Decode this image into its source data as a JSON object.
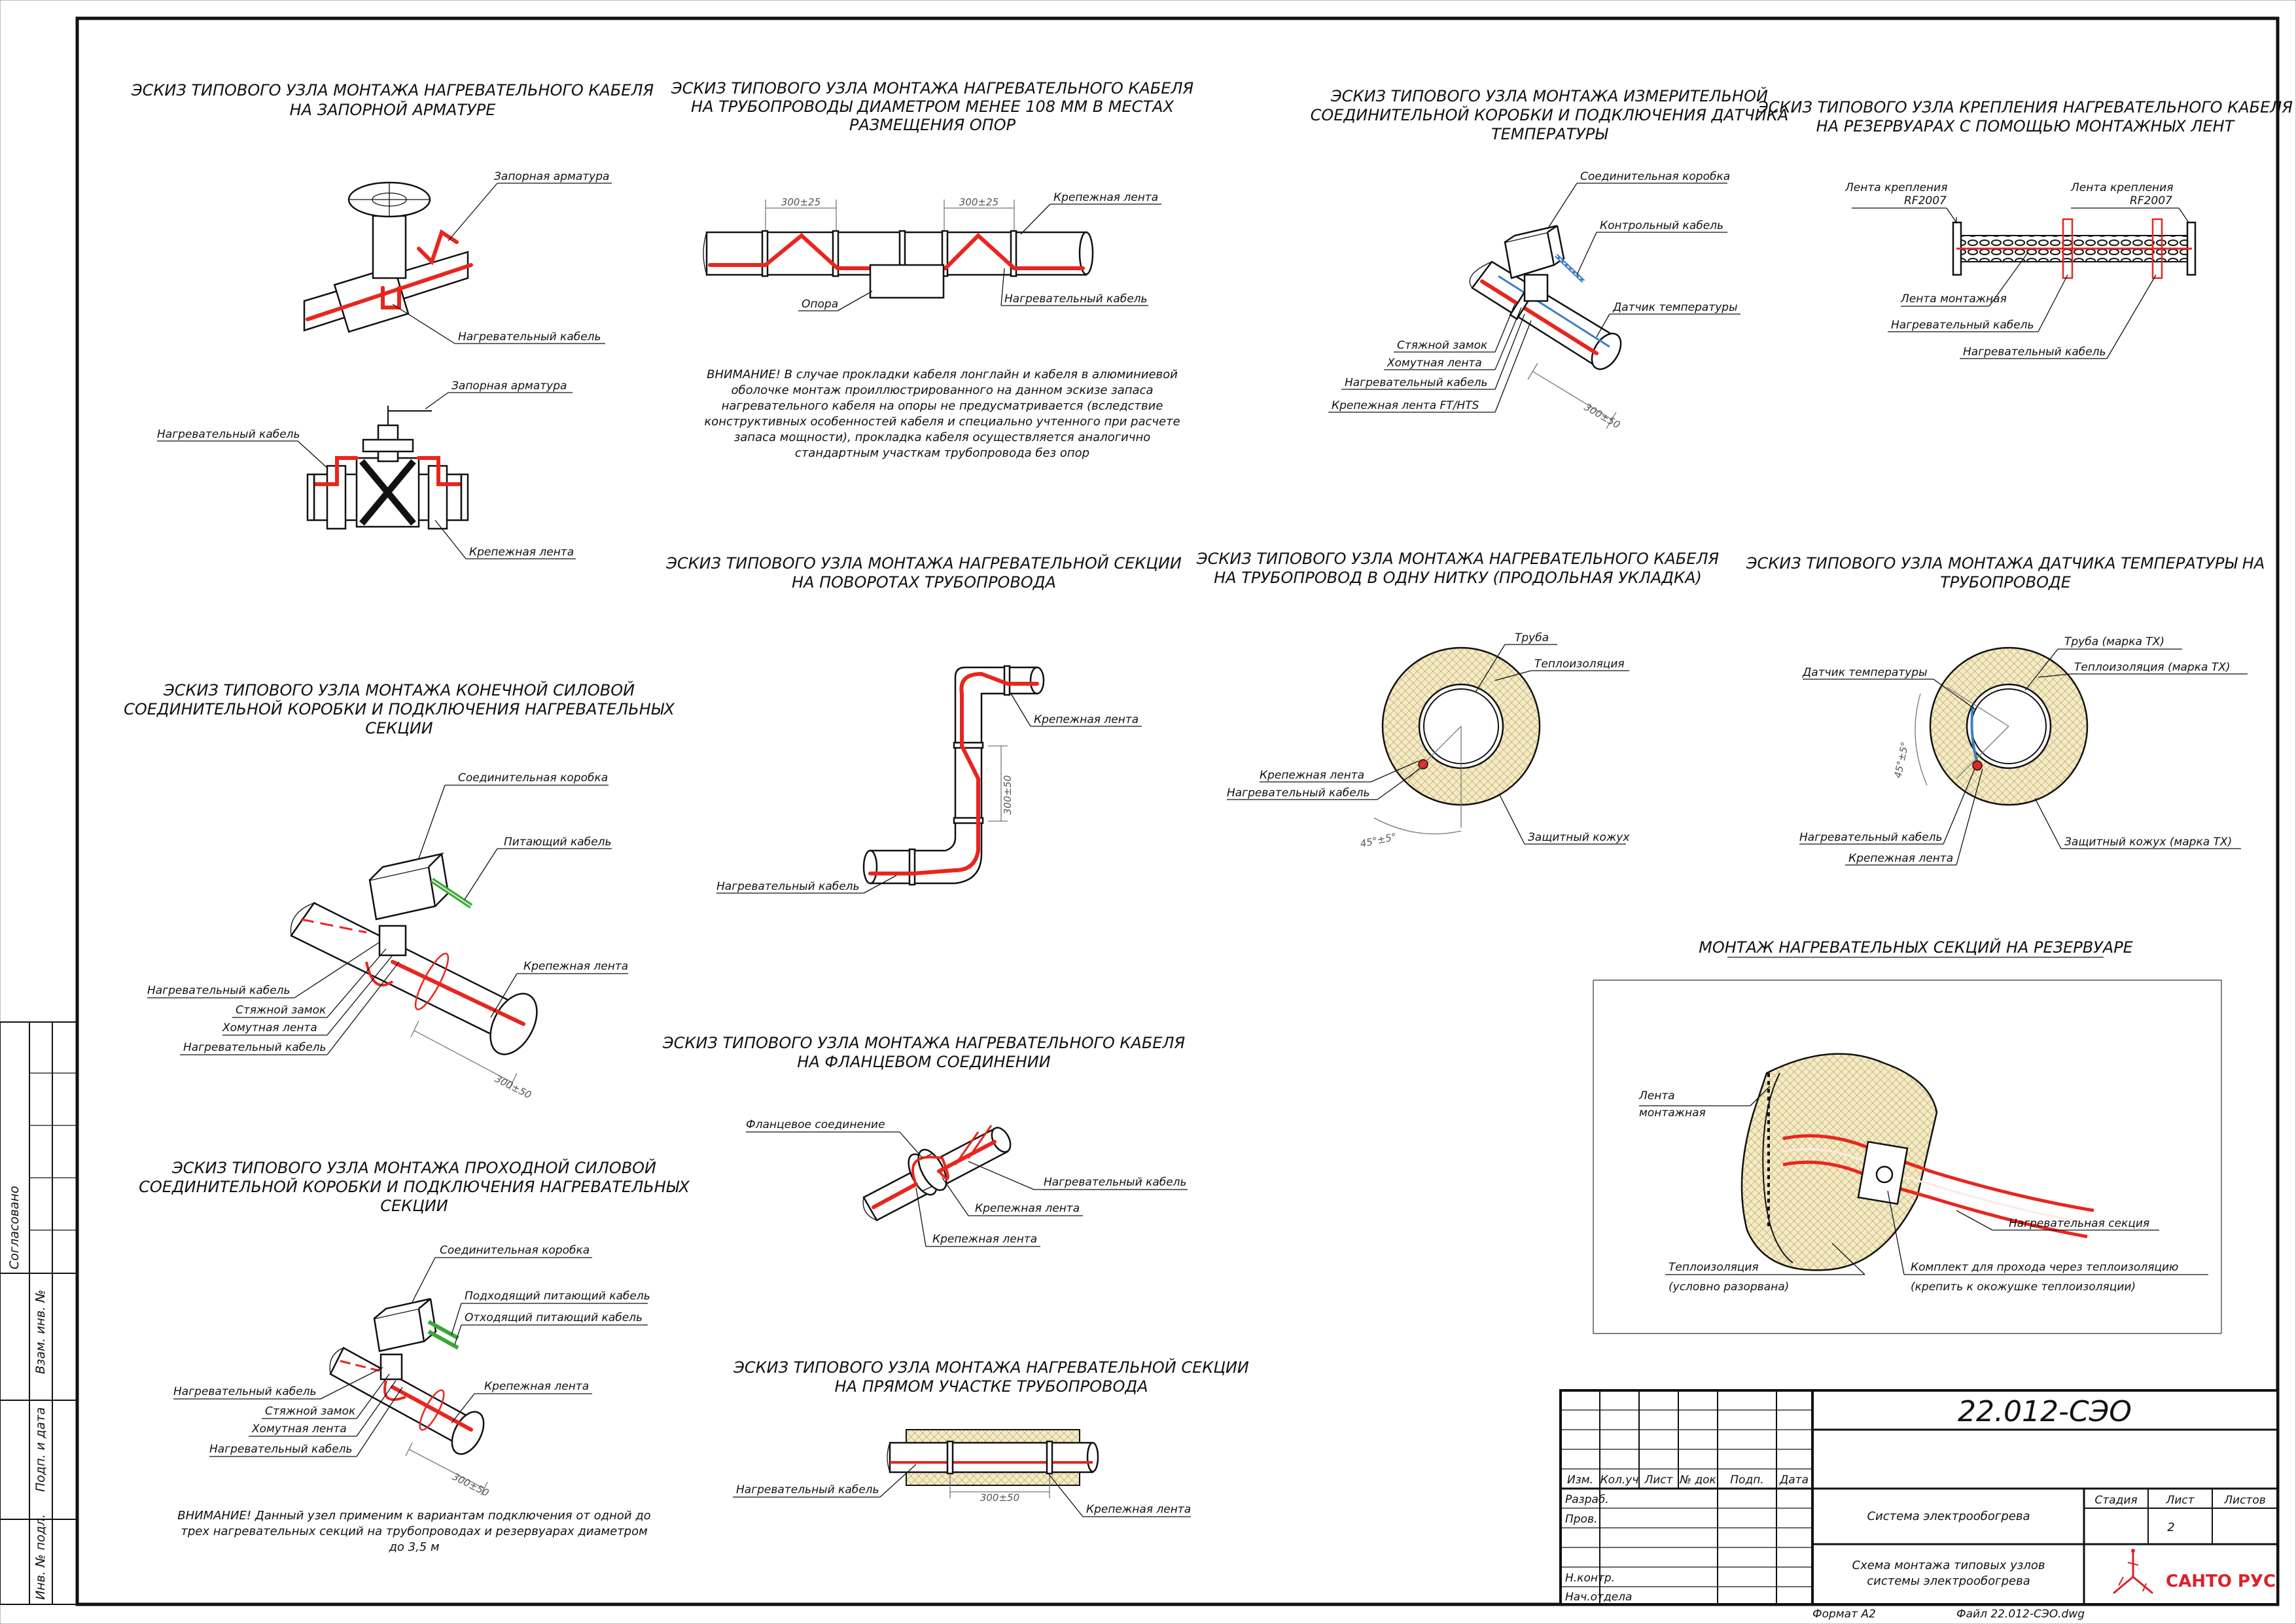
{
  "drawing": {
    "headings": {
      "valve": [
        "ЭСКИЗ ТИПОВОГО УЗЛА МОНТАЖА НАГРЕВАТЕЛЬНОГО КАБЕЛЯ",
        "НА ЗАПОРНОЙ АРМАТУРЕ"
      ],
      "supports": [
        "ЭСКИЗ ТИПОВОГО УЗЛА МОНТАЖА НАГРЕВАТЕЛЬНОГО КАБЕЛЯ",
        "НА ТРУБОПРОВОДЫ ДИАМЕТРОМ МЕНЕЕ  108  ММ В МЕСТАХ",
        "РАЗМЕЩЕНИЯ ОПОР"
      ],
      "measure_box": [
        "ЭСКИЗ ТИПОВОГО УЗЛА МОНТАЖА ИЗМЕРИТЕЛЬНОЙ",
        "СОЕДИНИТЕЛЬНОЙ КОРОБКИ И ПОДКЛЮЧЕНИЯ ДАТЧИКА",
        "ТЕМПЕРАТУРЫ"
      ],
      "tank_tape": [
        "ЭСКИЗ ТИПОВОГО УЗЛА КРЕПЛЕНИЯ НАГРЕВАТЕЛЬНОГО КАБЕЛЯ",
        "НА РЕЗЕРВУАРАХ С ПОМОЩЬЮ МОНТАЖНЫХ ЛЕНТ"
      ],
      "turns": [
        "ЭСКИЗ ТИПОВОГО УЗЛА МОНТАЖА НАГРЕВАТЕЛЬНОЙ СЕКЦИИ",
        "НА ПОВОРОТАХ ТРУБОПРОВОДА"
      ],
      "single_line": [
        "ЭСКИЗ ТИПОВОГО УЗЛА МОНТАЖА НАГРЕВАТЕЛЬНОГО КАБЕЛЯ",
        "НА ТРУБОПРОВОД В ОДНУ НИТКУ (ПРОДОЛЬНАЯ УКЛАДКА)"
      ],
      "sensor": [
        "ЭСКИЗ ТИПОВОГО УЗЛА МОНТАЖА ДАТЧИКА ТЕМПЕРАТУРЫ НА",
        "ТРУБОПРОВОДЕ"
      ],
      "end_box": [
        "ЭСКИЗ ТИПОВОГО УЗЛА МОНТАЖА КОНЕЧНОЙ СИЛОВОЙ",
        "СОЕДИНИТЕЛЬНОЙ КОРОБКИ И ПОДКЛЮЧЕНИЯ НАГРЕВАТЕЛЬНЫХ",
        "СЕКЦИИ"
      ],
      "tank_sections": [
        "МОНТАЖ НАГРЕВАТЕЛЬНЫХ СЕКЦИЙ НА РЕЗЕРВУАРЕ"
      ],
      "flange": [
        "ЭСКИЗ ТИПОВОГО УЗЛА МОНТАЖА НАГРЕВАТЕЛЬНОГО КАБЕЛЯ",
        "НА ФЛАНЦЕВОМ СОЕДИНЕНИИ"
      ],
      "pass_box": [
        "ЭСКИЗ ТИПОВОГО УЗЛА МОНТАЖА ПРОХОДНОЙ СИЛОВОЙ",
        "СОЕДИНИТЕЛЬНОЙ КОРОБКИ И ПОДКЛЮЧЕНИЯ НАГРЕВАТЕЛЬНЫХ",
        "СЕКЦИИ"
      ],
      "straight": [
        "ЭСКИЗ ТИПОВОГО УЗЛА МОНТАЖА НАГРЕВАТЕЛЬНОЙ СЕКЦИИ",
        "НА ПРЯМОМ УЧАСТКЕ ТРУБОПРОВОДА"
      ]
    },
    "labels": {
      "valve_fitting": "Запорная арматура",
      "heating_cable": "Нагревательный кабель",
      "fixing_tape": "Крепежная лента",
      "support": "Опора",
      "junction_box": "Соединительная коробка",
      "control_cable": "Контрольный кабель",
      "temp_sensor": "Датчик температуры",
      "tie_lock": "Стяжной замок",
      "clamp_tape": "Хомутная лента",
      "fixing_tape_ft": "Крепежная лента  FT/HTS",
      "tape_fix_1": "Лента крепления",
      "rf2007": "RF2007",
      "mount_tape": "Лента монтажная",
      "pipe": "Труба",
      "insulation": "Теплоизоляция",
      "jacket": "Защитный кожух",
      "pipe_tx": "Труба  (марка TX)",
      "insulation_tx": "Теплоизоляция  (марка TX)",
      "jacket_tx": "Защитный кожух  (марка TX)",
      "supply_cable": "Питающий кабель",
      "flange_joint": "Фланцевое соединение",
      "incoming_cable": "Подходящий питающий кабель",
      "outgoing_cable": "Отходящий питающий кабель",
      "tank_tape_1": "Лента",
      "tank_tape_2": "монтажная",
      "heating_section": "Нагревательная секция",
      "tank_insulation": "Теплоизоляция",
      "tank_insulation_note": "(условно разорвана)",
      "pass_kit": "Комплект для прохода через теплоизоляцию",
      "pass_kit_note": "(крепить к окожушке теплоизоляции)"
    },
    "dims": {
      "d300_25": "300±25",
      "d300_50": "300±50",
      "ang45": "45°±5°"
    },
    "notes": {
      "supports_warning": [
        "ВНИМАНИЕ! В случае прокладки кабеля лонглайн и кабеля в алюминиевой",
        "оболочке монтаж проиллюстрированного на данном эскизе запаса",
        "нагревательного кабеля на опоры не предусматривается (вследствие",
        "конструктивных особенностей кабеля и специально учтенного при расчете",
        "запаса мощности), прокладка кабеля осуществляется аналогично",
        "стандартным участкам трубопровода без опор"
      ],
      "pass_warning": [
        "ВНИМАНИЕ! Данный узел применим к вариантам подключения от одной до",
        "трех нагревательных секций на трубопроводах и резервуарах диаметром",
        "до  3,5  м"
      ]
    }
  },
  "sidebar": {
    "agreed": "Согласовано",
    "inv_replace": "Взам. инв. №",
    "sign_date": "Подп. и дата",
    "inv_orig": "Инв. № подл."
  },
  "title_block": {
    "code": "22.012-СЭО",
    "cols": [
      "Изм.",
      "Кол.уч",
      "Лист",
      "№ док",
      "Подп.",
      "Дата"
    ],
    "rows": [
      "Разраб.",
      "Пров.",
      "Н.контр.",
      "Нач.отдела"
    ],
    "system": "Система электрообогрева",
    "stage_h": "Стадия",
    "sheet_h": "Лист",
    "sheets_h": "Листов",
    "sheet_no": "2",
    "desc_1": "Схема монтажа типовых узлов",
    "desc_2": "системы электрообогрева",
    "brand": "САНТО РУС",
    "format": "Формат  А2",
    "file": "Файл  22.012-СЭО.dwg"
  }
}
